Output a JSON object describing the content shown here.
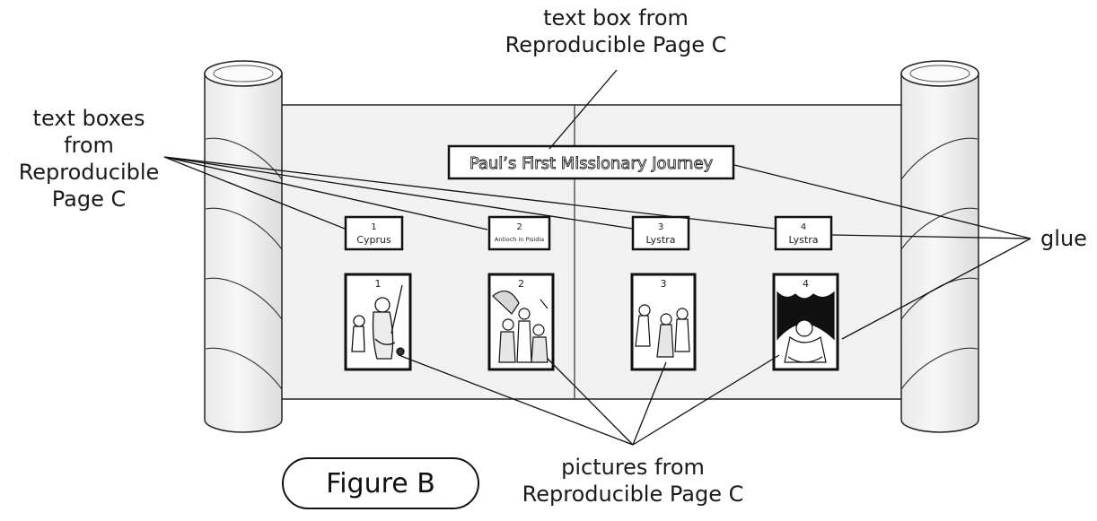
{
  "title_box": {
    "text": "Paul’s First Missionary Journey"
  },
  "text_boxes": [
    {
      "number": "1",
      "place": "Cyprus"
    },
    {
      "number": "2",
      "place": "Antioch in Pisidia"
    },
    {
      "number": "3",
      "place": "Lystra"
    },
    {
      "number": "4",
      "place": "Lystra"
    }
  ],
  "picture_cards": [
    {
      "number": "1"
    },
    {
      "number": "2"
    },
    {
      "number": "3"
    },
    {
      "number": "4"
    }
  ],
  "callouts": {
    "top_lines": [
      "text box from",
      "Reproducible Page C"
    ],
    "left_lines": [
      "text boxes",
      "from",
      "Reproducible",
      "Page C"
    ],
    "glue": "glue",
    "bottom_lines": [
      "pictures from",
      "Reproducible Page C"
    ]
  },
  "figure_label": "Figure B"
}
